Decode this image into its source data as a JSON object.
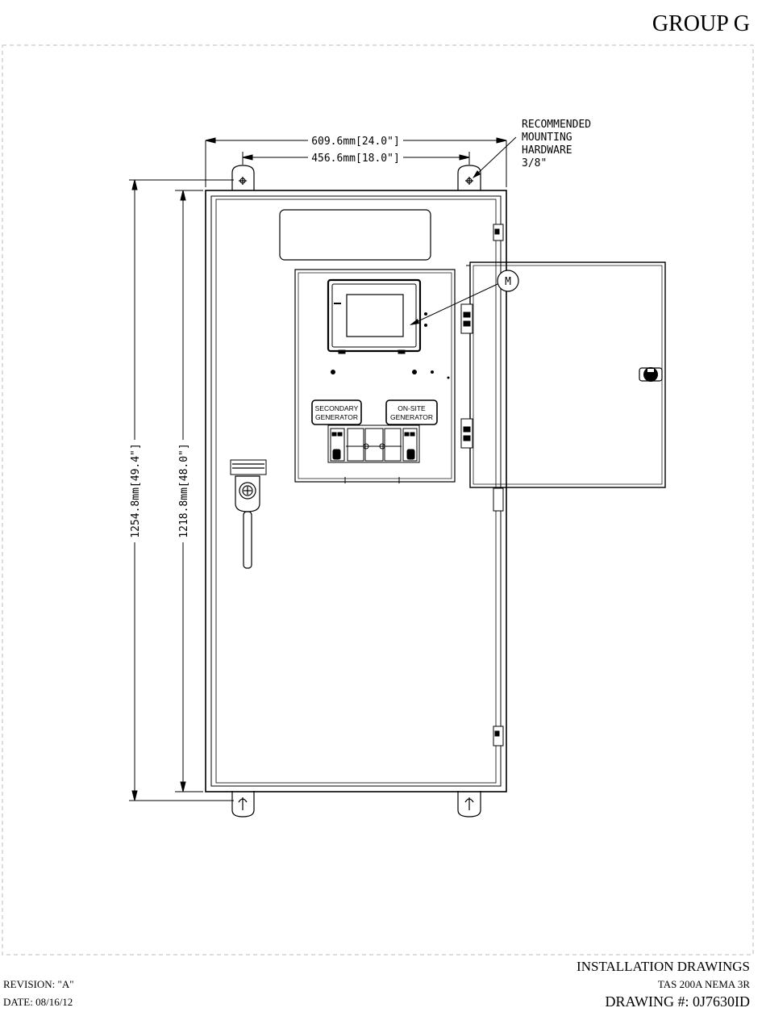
{
  "header": {
    "group": "GROUP G"
  },
  "dimensions": {
    "overall_width": "609.6mm[24.0\"]",
    "mount_width": "456.6mm[18.0\"]",
    "overall_height": "1254.8mm[49.4\"]",
    "cabinet_height": "1218.8mm[48.0\"]"
  },
  "callouts": {
    "mounting_note": [
      "RECOMMENDED",
      "MOUNTING",
      "HARDWARE",
      "3/8\""
    ],
    "balloon_m": "M"
  },
  "labels": {
    "secondary_generator": [
      "SECONDARY",
      "GENERATOR"
    ],
    "onsite_generator": [
      "ON-SITE",
      "GENERATOR"
    ]
  },
  "title_block": {
    "line1": "INSTALLATION DRAWINGS",
    "line2": "TAS 200A NEMA 3R",
    "line3": "DRAWING #: 0J7630ID",
    "revision": "REVISION: \"A\"",
    "date": "DATE: 08/16/12"
  }
}
